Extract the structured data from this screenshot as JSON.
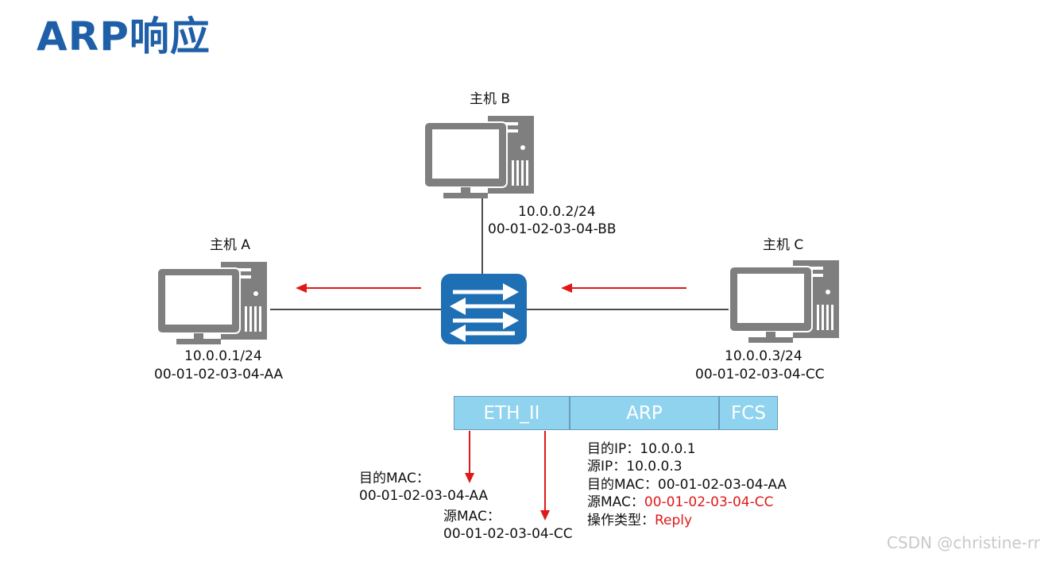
{
  "title": "ARP响应",
  "hosts": {
    "a": {
      "name": "主机 A",
      "ip": "10.0.0.1/24",
      "mac": "00-01-02-03-04-AA"
    },
    "b": {
      "name": "主机 B",
      "ip": "10.0.0.2/24",
      "mac": "00-01-02-03-04-BB"
    },
    "c": {
      "name": "主机 C",
      "ip": "10.0.0.3/24",
      "mac": "00-01-02-03-04-CC"
    }
  },
  "frame": {
    "eth": "ETH_II",
    "arp": "ARP",
    "fcs": "FCS"
  },
  "eth_fields": {
    "dst_label": "目的MAC：",
    "dst_value": "00-01-02-03-04-AA",
    "src_label": "源MAC：",
    "src_value": "00-01-02-03-04-CC"
  },
  "arp_fields": {
    "dst_ip_label": "目的IP：",
    "dst_ip_value": "10.0.0.1",
    "src_ip_label": "源IP：",
    "src_ip_value": "10.0.0.3",
    "dst_mac_label": "目的MAC：",
    "dst_mac_value": "00-01-02-03-04-AA",
    "src_mac_label": "源MAC：",
    "src_mac_value": "00-01-02-03-04-CC",
    "op_label": "操作类型：",
    "op_value": "Reply"
  },
  "watermark": "CSDN @christine-rr",
  "colors": {
    "title": "#1f5fa8",
    "switch": "#1f6fb5",
    "arrow": "#e01818",
    "frame": "#8fd3ef",
    "computer": "#7f7f7f"
  },
  "icons": {
    "computer": "computer-icon",
    "switch": "switch-icon",
    "arrow": "arrow-icon"
  }
}
